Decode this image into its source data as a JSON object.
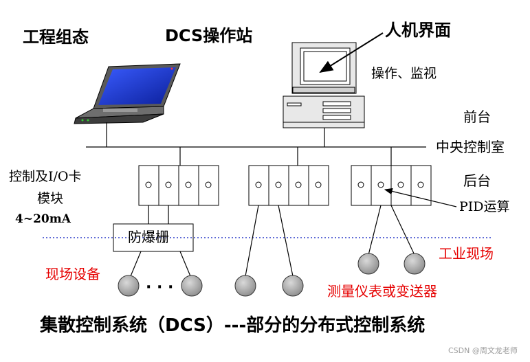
{
  "top_labels": {
    "engineering_config": "工程组态",
    "dcs_station": "DCS操作站",
    "hmi": "人机界面",
    "operate_monitor": "操作、监视"
  },
  "levels": {
    "front": "前台",
    "central_control_room": "中央控制室",
    "back": "后台"
  },
  "left_labels": {
    "control_io_card_line1": "控制及I/O卡",
    "control_io_card_line2": "模块",
    "signal": "4~20mA"
  },
  "barrier": "防爆栅",
  "pid": "PID运算",
  "field": {
    "industrial_field": "工业现场",
    "field_devices": "现场设备",
    "instruments": "测量仪表或变送器",
    "ellipsis": "· · ·"
  },
  "caption": "集散控制系统（DCS）---部分的分布式控制系统",
  "watermark": "CSDN @周文龙老师",
  "colors": {
    "screen_blue": "#1f3fd6",
    "red_text": "#e60000",
    "dotted_line": "#2b3cc8",
    "device_gray": "#a6a6a6"
  }
}
